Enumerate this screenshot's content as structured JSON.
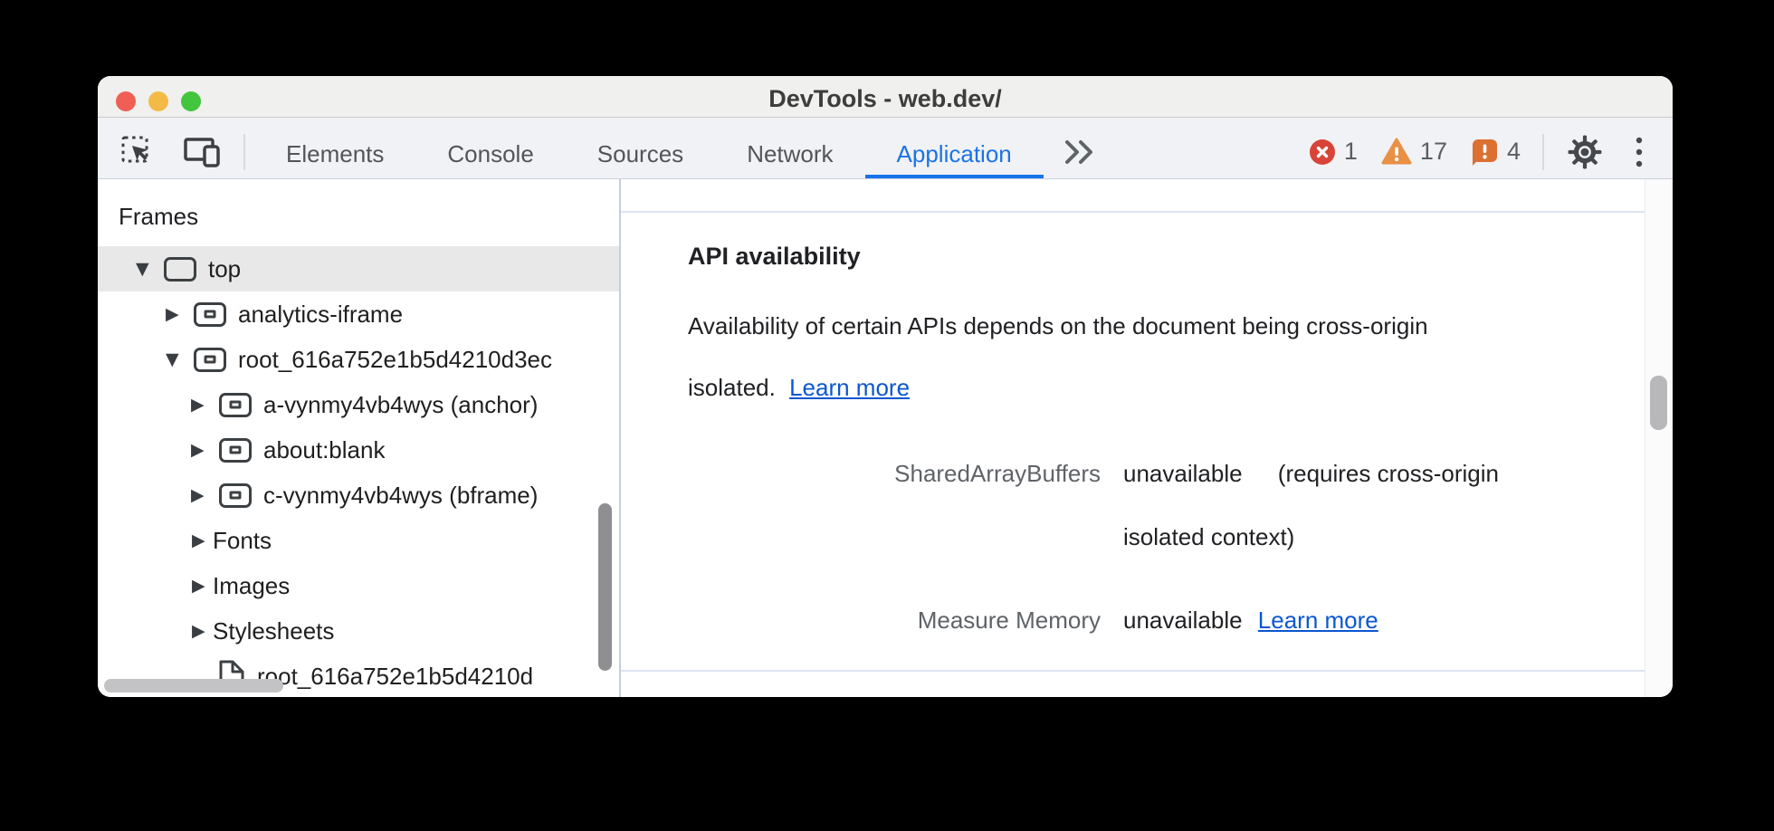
{
  "window": {
    "title": "DevTools - web.dev/",
    "traffic_lights": [
      "close",
      "minimize",
      "zoom"
    ]
  },
  "toolbar": {
    "tabs": [
      {
        "label": "Elements",
        "active": false
      },
      {
        "label": "Console",
        "active": false
      },
      {
        "label": "Sources",
        "active": false
      },
      {
        "label": "Network",
        "active": false
      },
      {
        "label": "Application",
        "active": true
      }
    ],
    "badges": {
      "errors": "1",
      "warnings": "17",
      "issues": "4"
    }
  },
  "sidebar": {
    "section_title": "Frames",
    "tree": [
      {
        "label": "top",
        "kind": "window",
        "disclosure": "expanded",
        "level": 1,
        "selected": true
      },
      {
        "label": "analytics-iframe",
        "kind": "iframe",
        "disclosure": "collapsed",
        "level": 2,
        "selected": false
      },
      {
        "label": "root_616a752e1b5d4210d3ec",
        "kind": "iframe",
        "disclosure": "expanded",
        "level": 2,
        "selected": false
      },
      {
        "label": "a-vynmy4vb4wys (anchor)",
        "kind": "iframe",
        "disclosure": "collapsed",
        "level": 3,
        "selected": false
      },
      {
        "label": "about:blank",
        "kind": "iframe",
        "disclosure": "collapsed",
        "level": 3,
        "selected": false
      },
      {
        "label": "c-vynmy4vb4wys (bframe)",
        "kind": "iframe",
        "disclosure": "collapsed",
        "level": 3,
        "selected": false
      },
      {
        "label": "Fonts",
        "kind": "category",
        "disclosure": "collapsed",
        "level": 3,
        "selected": false
      },
      {
        "label": "Images",
        "kind": "category",
        "disclosure": "collapsed",
        "level": 3,
        "selected": false
      },
      {
        "label": "Stylesheets",
        "kind": "category",
        "disclosure": "collapsed",
        "level": 3,
        "selected": false
      },
      {
        "label": "root_616a752e1b5d4210d",
        "kind": "file",
        "disclosure": "none",
        "level": 3,
        "selected": false
      }
    ]
  },
  "main": {
    "heading": "API availability",
    "description_line1": "Availability of certain APIs depends on the document being cross-origin",
    "description_line2": "isolated.",
    "description_link": "Learn more",
    "rows": [
      {
        "label": "SharedArrayBuffers",
        "value": "unavailable",
        "note_line1": "(requires cross-origin",
        "note_line2": "isolated context)"
      },
      {
        "label": "Measure Memory",
        "value": "unavailable",
        "link": "Learn more"
      }
    ]
  },
  "colors": {
    "tab_active": "#1a73e8",
    "link": "#0b57d0",
    "error": "#d94438",
    "warning": "#e89043",
    "issue": "#dc7032",
    "selected_row": "#e8e8e8"
  }
}
